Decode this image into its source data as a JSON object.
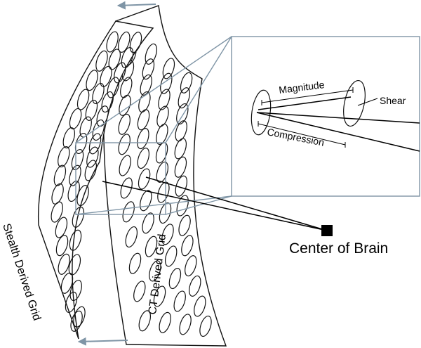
{
  "labels": {
    "stealth_grid": "Stealth Derived Grid",
    "ct_grid": "CT Derived Grid",
    "center_of_brain": "Center of Brain",
    "magnitude": "Magnitude",
    "shear": "Shear",
    "compression": "Compression"
  },
  "colors": {
    "outline": "#111111",
    "callout": "#7f95a6",
    "background": "#ffffff"
  }
}
